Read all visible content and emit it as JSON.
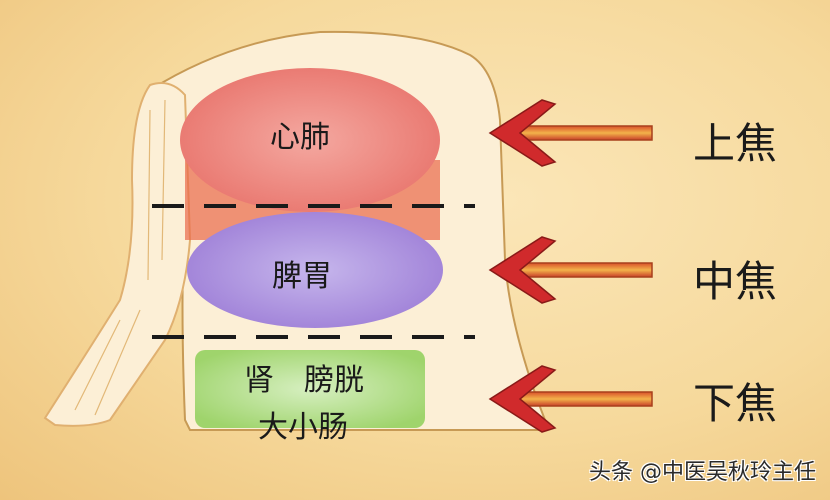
{
  "diagram": {
    "regions": [
      {
        "id": "upper",
        "organs": "心肺",
        "jiao": "上焦",
        "color": "#f2918a"
      },
      {
        "id": "middle",
        "organs": "脾胃",
        "jiao": "中焦",
        "color": "#b49ce0"
      },
      {
        "id": "lower",
        "organs_line1": "肾　膀胱",
        "organs_line2": "大小肠",
        "jiao": "下焦",
        "color": "#b9e08c"
      }
    ],
    "arrow_color": "#c8262a",
    "divider_color": "#1a1a1a"
  },
  "watermark": "头条 @中医吴秋玲主任"
}
